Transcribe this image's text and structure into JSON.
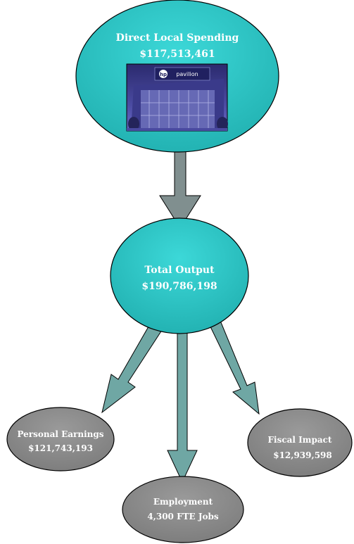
{
  "nodes": {
    "direct": {
      "title": "Direct Local Spending",
      "value": "$117,513,461",
      "fill": "#33cccc"
    },
    "total": {
      "title": "Total Output",
      "value": "$190,786,198",
      "fill": "#33cccc"
    },
    "earnings": {
      "title": "Personal Earnings",
      "value": "$121,743,193",
      "fill": "#8c8c8c"
    },
    "employment": {
      "title": "Employment",
      "value": "4,300 FTE Jobs",
      "fill": "#8c8c8c"
    },
    "fiscal": {
      "title": "Fiscal Impact",
      "value": "$12,939,598",
      "fill": "#8c8c8c"
    }
  },
  "colors": {
    "arrow_main": "#808f8f",
    "arrow_branch": "#6fa7a4",
    "outline": "#000000"
  },
  "photo": {
    "sign_text": "pavilion"
  }
}
